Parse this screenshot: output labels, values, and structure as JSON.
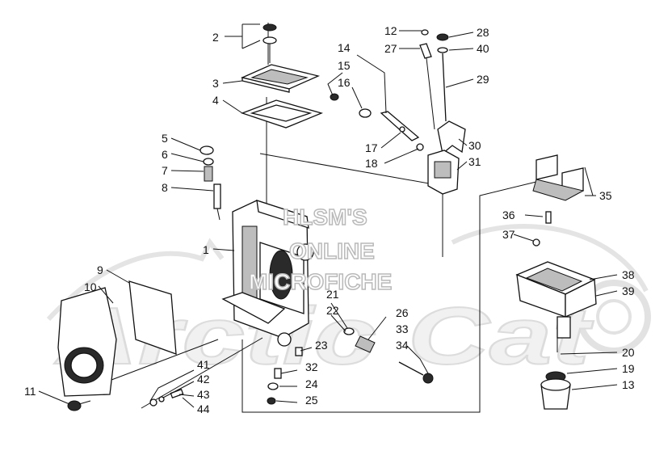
{
  "callouts": [
    "1",
    "2",
    "3",
    "4",
    "5",
    "6",
    "7",
    "8",
    "9",
    "10",
    "11",
    "12",
    "13",
    "14",
    "15",
    "16",
    "17",
    "18",
    "19",
    "20",
    "21",
    "22",
    "23",
    "24",
    "25",
    "26",
    "27",
    "28",
    "29",
    "30",
    "31",
    "32",
    "33",
    "34",
    "35",
    "36",
    "37",
    "38",
    "39",
    "40",
    "41",
    "42",
    "43",
    "44"
  ],
  "watermark": {
    "line1": "HLSM'S",
    "line2": "ONLINE",
    "line3": "MICROFICHE"
  },
  "logo": {
    "text": "Arctic Cat"
  },
  "colors": {
    "ink": "#111111",
    "logo_fill": "#f1f1f1",
    "watermark_stroke": "#b9b9b9"
  }
}
